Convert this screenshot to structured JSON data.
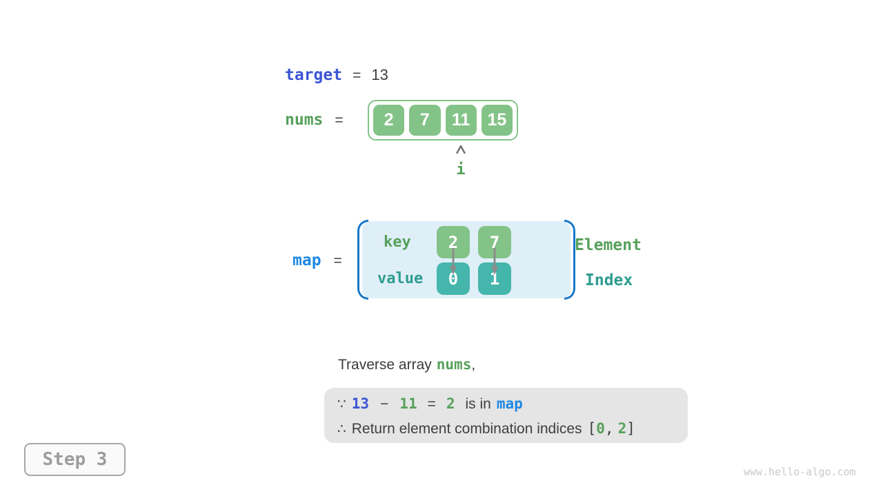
{
  "colors": {
    "royal_blue": "#3B55D6",
    "azure_blue": "#1E88E5",
    "green_text": "#56A05A",
    "green_fill": "#84C388",
    "teal_text": "#2E9D8F",
    "teal_fill": "#45B6AC",
    "map_fill": "#DFEFF8",
    "bracket_blue": "#1778C8",
    "dark_text": "#3F3F3F",
    "gray_box_fill": "#E5E5E5",
    "arrow_gray": "#8C8C8C",
    "step_gray": "#9C9C9C"
  },
  "target_row": {
    "label": "target",
    "equals": "=",
    "value": "13"
  },
  "nums_row": {
    "label": "nums",
    "equals": "=",
    "values": [
      "2",
      "7",
      "11",
      "15"
    ],
    "pointer_label": "i"
  },
  "map_row": {
    "label": "map",
    "equals": "=",
    "key_label": "key",
    "value_label": "value",
    "entries": [
      {
        "key": "2",
        "value": "0"
      },
      {
        "key": "7",
        "value": "1"
      }
    ],
    "element_label": "Element",
    "index_label": "Index"
  },
  "explanation": {
    "traverse_text": "Traverse array",
    "traverse_code": "nums",
    "traverse_comma": ",",
    "because": {
      "symbol": "∵",
      "minuend": "13",
      "minus": "−",
      "subtrahend": "11",
      "equals": "=",
      "difference": "2",
      "text": "is in",
      "code": "map"
    },
    "therefore": {
      "symbol": "∴",
      "text": "Return element combination indices",
      "open_bracket": "[",
      "index_a": "0",
      "comma": ",",
      "index_b": "2",
      "close_bracket": "]"
    }
  },
  "footer": {
    "step_label": "Step 3",
    "watermark": "www.hello-algo.com"
  }
}
